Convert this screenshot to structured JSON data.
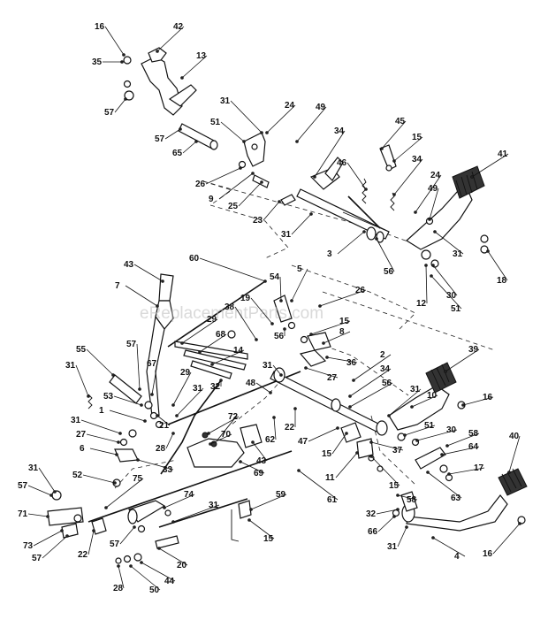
{
  "watermark": "eReplacementParts.com",
  "callouts": [
    {
      "id": "c16a",
      "label": "16"
    },
    {
      "id": "c42",
      "label": "42"
    },
    {
      "id": "c35",
      "label": "35"
    },
    {
      "id": "c13",
      "label": "13"
    },
    {
      "id": "c57a",
      "label": "57"
    },
    {
      "id": "c31a",
      "label": "31"
    },
    {
      "id": "c24a",
      "label": "24"
    },
    {
      "id": "c49a",
      "label": "49"
    },
    {
      "id": "c57b",
      "label": "57"
    },
    {
      "id": "c51a",
      "label": "51"
    },
    {
      "id": "c65",
      "label": "65"
    },
    {
      "id": "c34a",
      "label": "34"
    },
    {
      "id": "c45",
      "label": "45"
    },
    {
      "id": "c15a",
      "label": "15"
    },
    {
      "id": "c34b",
      "label": "34"
    },
    {
      "id": "c41",
      "label": "41"
    },
    {
      "id": "c46",
      "label": "46"
    },
    {
      "id": "c24b",
      "label": "24"
    },
    {
      "id": "c26a",
      "label": "26"
    },
    {
      "id": "c9",
      "label": "9"
    },
    {
      "id": "c25",
      "label": "25"
    },
    {
      "id": "c49b",
      "label": "49"
    },
    {
      "id": "c23",
      "label": "23"
    },
    {
      "id": "c31b",
      "label": "31"
    },
    {
      "id": "c31c",
      "label": "31"
    },
    {
      "id": "c3",
      "label": "3"
    },
    {
      "id": "c56a",
      "label": "56"
    },
    {
      "id": "c18",
      "label": "18"
    },
    {
      "id": "c30a",
      "label": "30"
    },
    {
      "id": "c12",
      "label": "12"
    },
    {
      "id": "c51b",
      "label": "51"
    },
    {
      "id": "c43a",
      "label": "43"
    },
    {
      "id": "c60",
      "label": "60"
    },
    {
      "id": "c5",
      "label": "5"
    },
    {
      "id": "c54",
      "label": "54"
    },
    {
      "id": "c7",
      "label": "7"
    },
    {
      "id": "c26b",
      "label": "26"
    },
    {
      "id": "c19",
      "label": "19"
    },
    {
      "id": "c38",
      "label": "38"
    },
    {
      "id": "c29a",
      "label": "29"
    },
    {
      "id": "c68",
      "label": "68"
    },
    {
      "id": "c15b",
      "label": "15"
    },
    {
      "id": "c56b",
      "label": "56"
    },
    {
      "id": "c8",
      "label": "8"
    },
    {
      "id": "c14",
      "label": "14"
    },
    {
      "id": "c55",
      "label": "55"
    },
    {
      "id": "c57c",
      "label": "57"
    },
    {
      "id": "c67",
      "label": "67"
    },
    {
      "id": "c36",
      "label": "36"
    },
    {
      "id": "c2",
      "label": "2"
    },
    {
      "id": "c39",
      "label": "39"
    },
    {
      "id": "c31d",
      "label": "31"
    },
    {
      "id": "c31e",
      "label": "31"
    },
    {
      "id": "c27",
      "label": "27"
    },
    {
      "id": "c34c",
      "label": "34"
    },
    {
      "id": "c29b",
      "label": "29"
    },
    {
      "id": "c56c",
      "label": "56"
    },
    {
      "id": "c53",
      "label": "53"
    },
    {
      "id": "c31f",
      "label": "31"
    },
    {
      "id": "c32a",
      "label": "32"
    },
    {
      "id": "c48",
      "label": "48"
    },
    {
      "id": "c31g",
      "label": "31"
    },
    {
      "id": "c10",
      "label": "10"
    },
    {
      "id": "c16b",
      "label": "16"
    },
    {
      "id": "c1",
      "label": "1"
    },
    {
      "id": "c21",
      "label": "21"
    },
    {
      "id": "c72",
      "label": "72"
    },
    {
      "id": "c22a",
      "label": "22"
    },
    {
      "id": "c51c",
      "label": "51"
    },
    {
      "id": "c31h",
      "label": "31"
    },
    {
      "id": "c62",
      "label": "62"
    },
    {
      "id": "c47",
      "label": "47"
    },
    {
      "id": "c30b",
      "label": "30"
    },
    {
      "id": "c27b",
      "label": "27"
    },
    {
      "id": "c28a",
      "label": "28"
    },
    {
      "id": "c70",
      "label": "70"
    },
    {
      "id": "c58a",
      "label": "58"
    },
    {
      "id": "c40",
      "label": "40"
    },
    {
      "id": "c6",
      "label": "6"
    },
    {
      "id": "c33",
      "label": "33"
    },
    {
      "id": "c43b",
      "label": "43"
    },
    {
      "id": "c15c",
      "label": "15"
    },
    {
      "id": "c37",
      "label": "37"
    },
    {
      "id": "c64",
      "label": "64"
    },
    {
      "id": "c17",
      "label": "17"
    },
    {
      "id": "c31i",
      "label": "31"
    },
    {
      "id": "c52",
      "label": "52"
    },
    {
      "id": "c75",
      "label": "75"
    },
    {
      "id": "c69",
      "label": "69"
    },
    {
      "id": "c11",
      "label": "11"
    },
    {
      "id": "c15d",
      "label": "15"
    },
    {
      "id": "c63",
      "label": "63"
    },
    {
      "id": "c57d",
      "label": "57"
    },
    {
      "id": "c74",
      "label": "74"
    },
    {
      "id": "c59",
      "label": "59"
    },
    {
      "id": "c61",
      "label": "61"
    },
    {
      "id": "c58b",
      "label": "58"
    },
    {
      "id": "c71",
      "label": "71"
    },
    {
      "id": "c31j",
      "label": "31"
    },
    {
      "id": "c32b",
      "label": "32"
    },
    {
      "id": "c73",
      "label": "73"
    },
    {
      "id": "c57e",
      "label": "57"
    },
    {
      "id": "c66",
      "label": "66"
    },
    {
      "id": "c22b",
      "label": "22"
    },
    {
      "id": "c57f",
      "label": "57"
    },
    {
      "id": "c15e",
      "label": "15"
    },
    {
      "id": "c31k",
      "label": "31"
    },
    {
      "id": "c20",
      "label": "20"
    },
    {
      "id": "c4",
      "label": "4"
    },
    {
      "id": "c16c",
      "label": "16"
    },
    {
      "id": "c44",
      "label": "44"
    },
    {
      "id": "c28b",
      "label": "28"
    },
    {
      "id": "c50",
      "label": "50"
    }
  ]
}
